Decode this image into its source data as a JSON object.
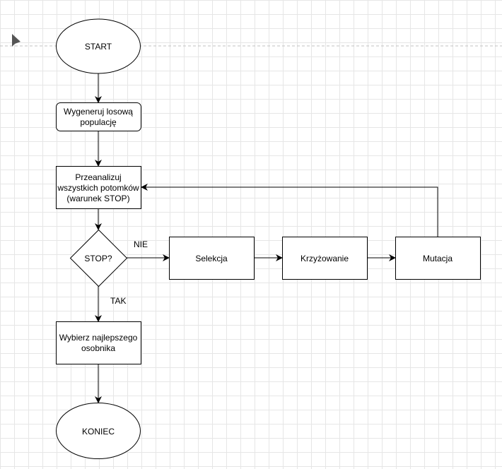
{
  "diagram": {
    "nodes": {
      "start": "START",
      "generate": [
        "Wygeneruj losową",
        "populację"
      ],
      "analyze": [
        "Przeanalizuj",
        "wszystkich potomków",
        "(warunek STOP)"
      ],
      "stop": "STOP?",
      "selection": "Selekcja",
      "crossover": "Krzyżowanie",
      "mutation": "Mutacja",
      "best": [
        "Wybierz najlepszego",
        "osobnika"
      ],
      "end": "KONIEC"
    },
    "edges": {
      "no_label": "NIE",
      "yes_label": "TAK"
    }
  },
  "colors": {
    "stroke": "#000000",
    "fill": "#ffffff",
    "grid": "#e6e6e6",
    "guide": "#c0c0c0"
  },
  "icons": {
    "cursor": "pointer-cursor-icon"
  }
}
